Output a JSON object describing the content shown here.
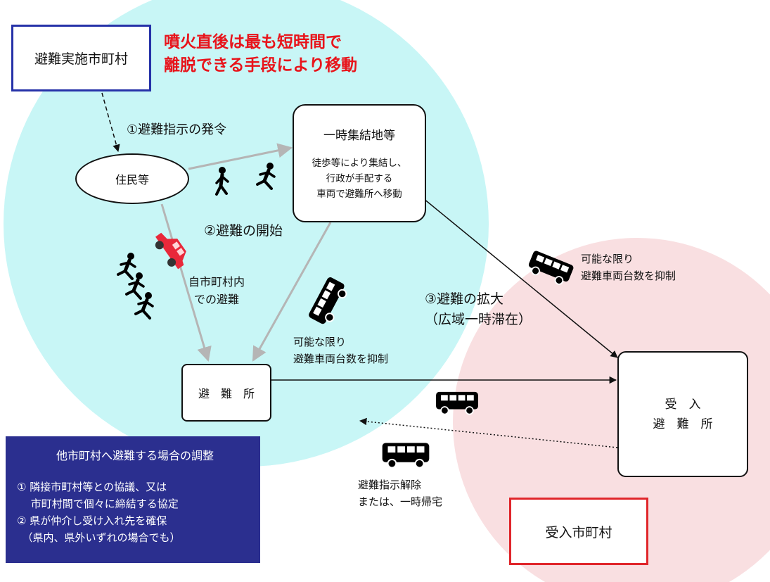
{
  "colors": {
    "evac_circle": "#c8f6f6",
    "receive_circle": "#f9dfe1",
    "red_text": "#e8141b",
    "blue_border": "#2632a8",
    "red_border": "#e0262b",
    "panel_bg": "#2b2f8f",
    "arrow_gray": "#b5b5b5",
    "arrow_black": "#111111",
    "car": "#e8283a"
  },
  "boxes": {
    "evac_municipality": "避難実施市町村",
    "assembly_title": "一時集結地等",
    "assembly_desc": "徒歩等により集結し、\n行政が手配する\n車両で避難所へ移動",
    "residents": "住民等",
    "shelter": "避　難　所",
    "receiving_shelter": "受　入\n避　難　所",
    "receiving_municipality": "受入市町村"
  },
  "headline": "噴火直後は最も短時間で\n離脱できる手段により移動",
  "labels": {
    "step1": "①避難指示の発令",
    "step2": "②避難の開始",
    "step3": "③避難の拡大\n（広域一時滞在）",
    "within_municipality": "自市町村内\nでの避難",
    "limit_vehicles_1": "可能な限り\n避難車両台数を抑制",
    "limit_vehicles_2": "可能な限り\n避難車両台数を抑制",
    "release": "避難指示解除\nまたは、一時帰宅"
  },
  "panel": {
    "title": "他市町村へ避難する場合の調整",
    "item1": "① 隣接市町村等との協議、又は\n　 市町村間で個々に締結する協定",
    "item2": "② 県が仲介し受け入れ先を確保\n　（県内、県外いずれの場合でも）"
  },
  "icons": [
    "walker-icon",
    "car-icon",
    "bus-icon"
  ]
}
